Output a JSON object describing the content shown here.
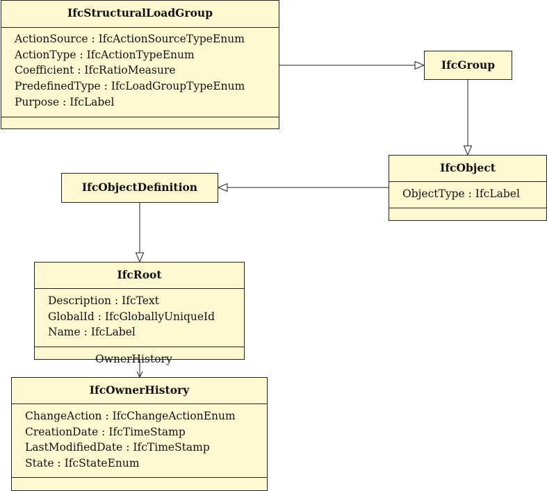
{
  "classes": {
    "structural_load_group": {
      "name": "IfcStructuralLoadGroup",
      "attributes": [
        "ActionSource : IfcActionSourceTypeEnum",
        "ActionType : IfcActionTypeEnum",
        "Coefficient : IfcRatioMeasure",
        "PredefinedType : IfcLoadGroupTypeEnum",
        "Purpose : IfcLabel"
      ]
    },
    "group": {
      "name": "IfcGroup"
    },
    "object": {
      "name": "IfcObject",
      "attributes": [
        "ObjectType : IfcLabel"
      ]
    },
    "object_definition": {
      "name": "IfcObjectDefinition"
    },
    "root": {
      "name": "IfcRoot",
      "attributes": [
        "Description : IfcText",
        "GlobalId : IfcGloballyUniqueId",
        "Name : IfcLabel"
      ]
    },
    "owner_history": {
      "name": "IfcOwnerHistory",
      "attributes": [
        "ChangeAction : IfcChangeActionEnum",
        "CreationDate : IfcTimeStamp",
        "LastModifiedDate : IfcTimeStamp",
        "State : IfcStateEnum"
      ]
    }
  },
  "relations": [
    {
      "type": "generalization",
      "from": "IfcStructuralLoadGroup",
      "to": "IfcGroup"
    },
    {
      "type": "generalization",
      "from": "IfcGroup",
      "to": "IfcObject"
    },
    {
      "type": "generalization",
      "from": "IfcObject",
      "to": "IfcObjectDefinition"
    },
    {
      "type": "generalization",
      "from": "IfcObjectDefinition",
      "to": "IfcRoot"
    },
    {
      "type": "association",
      "from": "IfcRoot",
      "to": "IfcOwnerHistory",
      "label": "OwnerHistory"
    }
  ],
  "labels": {
    "owner_history_role": "OwnerHistory"
  },
  "colors": {
    "class_fill": "#fff8d0",
    "stroke": "#222222"
  }
}
